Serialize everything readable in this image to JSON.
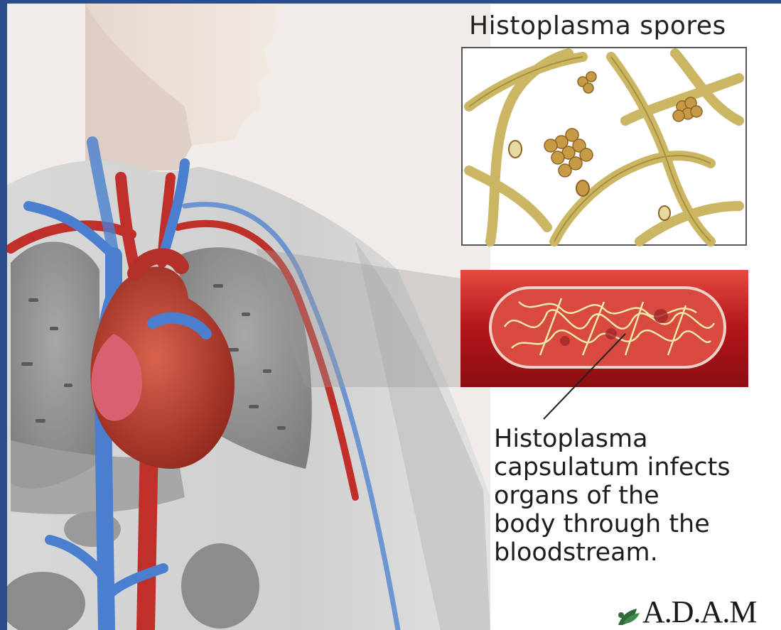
{
  "labels": {
    "top_title": "Histoplasma spores",
    "caption_lines": [
      "Histoplasma",
      "capsulatum infects",
      "organs of the",
      "body through the",
      "bloodstream."
    ]
  },
  "logo": {
    "text": "A.D.A.M",
    "icon": "adam-leaf-icon"
  },
  "colors": {
    "frame": "#2a4d8c",
    "vein": "#4a7fd0",
    "artery": "#c0302a",
    "heart": "#a83a2a",
    "lung": "#8e8e8e",
    "hyphae": "#cbb664",
    "vessel": "#b01818"
  }
}
